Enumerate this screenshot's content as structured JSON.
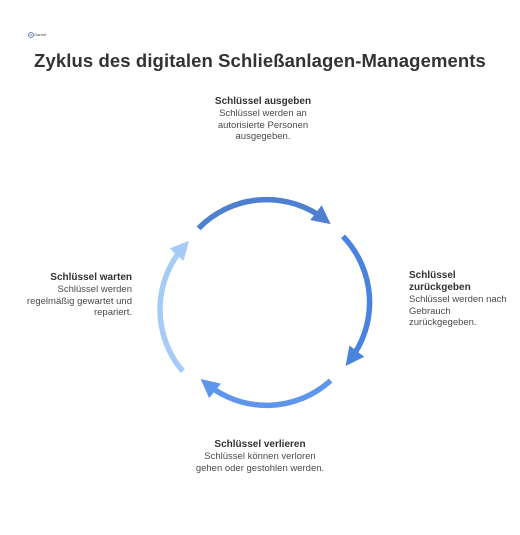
{
  "logo": {
    "icon": "gear-logo-icon",
    "text": "Garant"
  },
  "title": "Zyklus des digitalen Schließanlagen-Managements",
  "colors": {
    "arrow_top": "#4e7fd0",
    "arrow_right": "#4a82e0",
    "arrow_bottom": "#5d96ec",
    "arrow_left": "#a7cbf7",
    "text": "#333333"
  },
  "steps": [
    {
      "title": "Schlüssel ausgeben",
      "text": "Schlüssel werden an autorisierte Personen ausgegeben."
    },
    {
      "title": "Schlüssel zurückgeben",
      "text": "Schlüssel werden nach Gebrauch zurückgegeben."
    },
    {
      "title": "Schlüssel verlieren",
      "text": "Schlüssel können verloren gehen oder gestohlen werden."
    },
    {
      "title": "Schlüssel warten",
      "text": "Schlüssel werden regelmäßig gewartet und repariert."
    }
  ]
}
